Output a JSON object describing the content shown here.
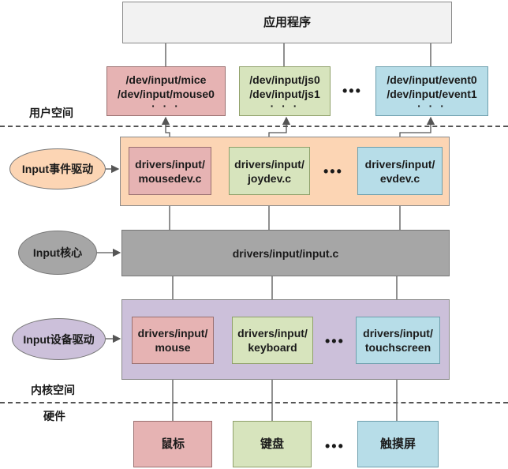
{
  "top": {
    "app": "应用程序"
  },
  "user_space": {
    "label": "用户空间",
    "nodes": [
      {
        "line1": "/dev/input/mice",
        "line2": "/dev/input/mouse0",
        "more": "· · ·"
      },
      {
        "line1": "/dev/input/js0",
        "line2": "/dev/input/js1",
        "more": "· · ·"
      },
      {
        "line1": "/dev/input/event0",
        "line2": "/dev/input/event1",
        "more": "· · ·"
      }
    ],
    "ellipsis": "•••"
  },
  "event_layer": {
    "label": "Input事件驱动",
    "drivers": [
      {
        "line1": "drivers/input/",
        "line2": "mousedev.c"
      },
      {
        "line1": "drivers/input/",
        "line2": "joydev.c"
      },
      {
        "line1": "drivers/input/",
        "line2": "evdev.c"
      }
    ],
    "ellipsis": "•••"
  },
  "core_layer": {
    "label": "Input核心",
    "box": "drivers/input/input.c"
  },
  "device_layer": {
    "label": "Input设备驱动",
    "drivers": [
      {
        "line1": "drivers/input/",
        "line2": "mouse"
      },
      {
        "line1": "drivers/input/",
        "line2": "keyboard"
      },
      {
        "line1": "drivers/input/",
        "line2": "touchscreen"
      }
    ],
    "ellipsis": "•••"
  },
  "kernel_space": {
    "label": "内核空间"
  },
  "hardware": {
    "label": "硬件",
    "items": [
      "鼠标",
      "键盘",
      "触摸屏"
    ],
    "ellipsis": "•••"
  },
  "colors": {
    "pink": "#e6b3b3",
    "green": "#d7e4bd",
    "blue": "#b7dde8",
    "orange": "#fcd5b4",
    "purple": "#ccc0da",
    "gray": "#a6a6a6",
    "app_bg": "#f2f2f2"
  }
}
